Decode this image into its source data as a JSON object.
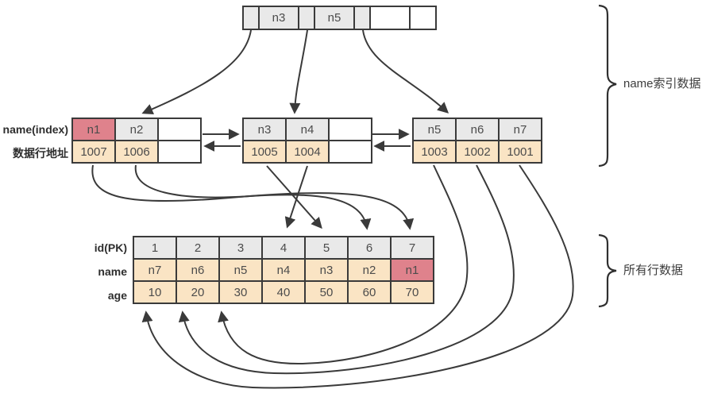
{
  "labels": {
    "index_row": "name(index)",
    "address_row": "数据行地址",
    "id_row": "id(PK)",
    "name_row": "name",
    "age_row": "age",
    "index_brace": "name索引数据",
    "rows_brace": "所有行数据"
  },
  "root_node": {
    "cells": [
      {
        "label": "",
        "type": "pointer"
      },
      {
        "label": "n3",
        "type": "key"
      },
      {
        "label": "",
        "type": "pointer"
      },
      {
        "label": "n5",
        "type": "key"
      },
      {
        "label": "",
        "type": "pointer"
      },
      {
        "label": "",
        "type": "empty"
      },
      {
        "label": "",
        "type": "empty"
      }
    ]
  },
  "leaf_nodes": [
    {
      "keys": [
        "n1",
        "n2",
        ""
      ],
      "addresses": [
        "1007",
        "1006",
        ""
      ]
    },
    {
      "keys": [
        "n3",
        "n4",
        ""
      ],
      "addresses": [
        "1005",
        "1004",
        ""
      ]
    },
    {
      "keys": [
        "n5",
        "n6",
        "n7"
      ],
      "addresses": [
        "1003",
        "1002",
        "1001"
      ]
    }
  ],
  "table": {
    "id_values": [
      "1",
      "2",
      "3",
      "4",
      "5",
      "6",
      "7"
    ],
    "name_values": [
      "n7",
      "n6",
      "n5",
      "n4",
      "n3",
      "n2",
      "n1"
    ],
    "age_values": [
      "10",
      "20",
      "30",
      "40",
      "50",
      "60",
      "70"
    ]
  },
  "colors": {
    "cell_gray": "#e9e9e9",
    "cell_peach": "#fae4c4",
    "cell_pink": "#df828c",
    "border": "#3a3a3a",
    "arrow": "#3a3a3a"
  }
}
